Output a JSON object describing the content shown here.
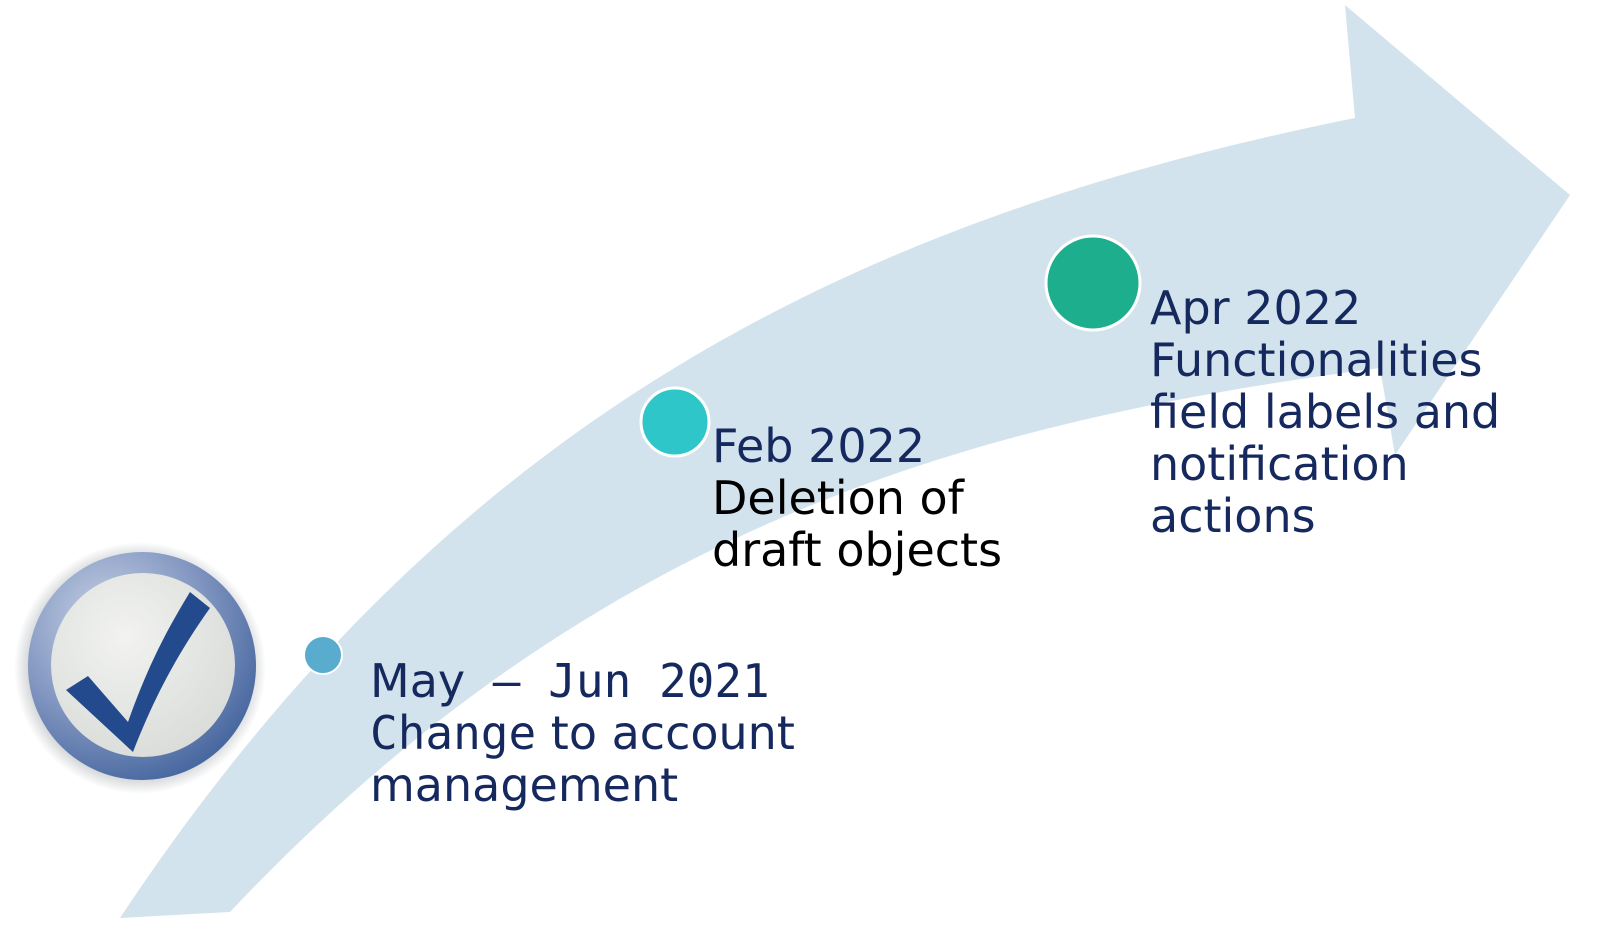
{
  "colors": {
    "arrow": "#d2e3ed",
    "dot_1": "#59acce",
    "dot_2": "#2ec6c8",
    "dot_3": "#1cae8d",
    "text_blue": "#15295e",
    "text_black": "#000000",
    "check": "#224a8c"
  },
  "icons": {
    "badge": "checkmark-badge-icon"
  },
  "milestones": [
    {
      "date_part_a": "May",
      "date_part_b": " – Jun 2021",
      "desc_part_a": "Change",
      "desc_part_b": " to account",
      "desc_line_2": "management"
    },
    {
      "date": "Feb 2022",
      "desc_line_1": "Deletion of",
      "desc_line_2": "draft objects"
    },
    {
      "date": "Apr 2022",
      "desc_line_1": "Functionalities",
      "desc_line_2": "field labels and",
      "desc_line_3": "notification",
      "desc_line_4": "actions"
    }
  ]
}
